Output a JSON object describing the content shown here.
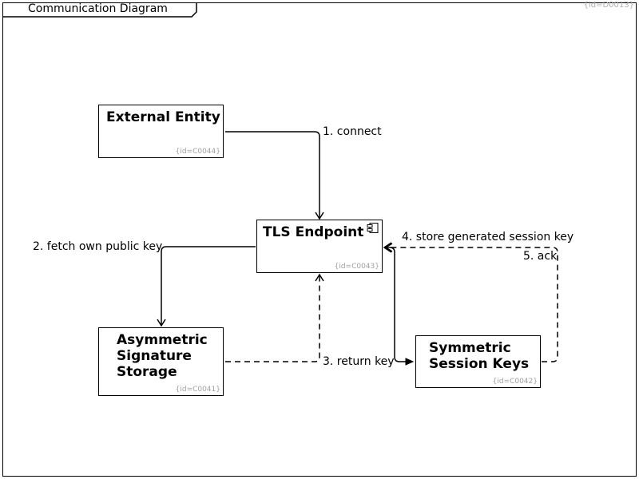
{
  "diagram": {
    "title": "Communication Diagram",
    "id_label": "{id=D0013}"
  },
  "nodes": {
    "external_entity": {
      "title": "External Entity",
      "id_label": "{id=C0044}"
    },
    "tls_endpoint": {
      "title": "TLS Endpoint",
      "id_label": "{id=C0043}",
      "icon": "component-icon"
    },
    "asymmetric_storage": {
      "title": "Asymmetric\nSignature\nStorage",
      "id_label": "{id=C0041}"
    },
    "symmetric_keys": {
      "title": "Symmetric\nSession Keys",
      "id_label": "{id=C0042}"
    }
  },
  "messages": {
    "m1": "1. connect",
    "m2": "2. fetch own public key",
    "m3": "3. return key",
    "m4": "4. store generated session key",
    "m5": "5. ack"
  }
}
